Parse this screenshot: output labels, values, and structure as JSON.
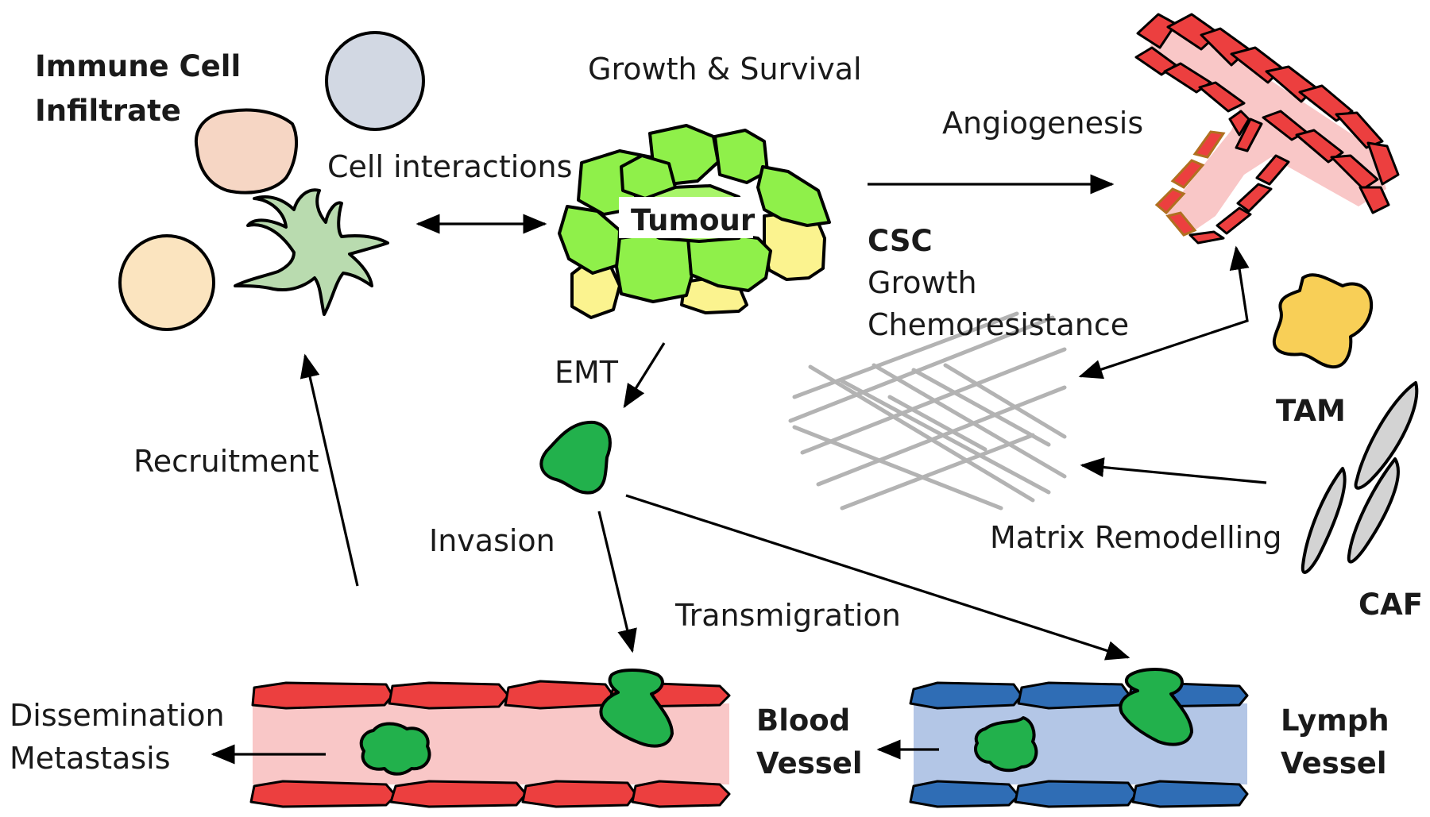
{
  "labels": {
    "immune_line1": "Immune Cell",
    "immune_line2": "Infiltrate",
    "growth_survival": "Growth & Survival",
    "cell_interactions": "Cell interactions",
    "tumour": "Tumour",
    "angiogenesis": "Angiogenesis",
    "csc": "CSC",
    "csc_growth": "Growth",
    "csc_chemo": "Chemoresistance",
    "emt": "EMT",
    "tam": "TAM",
    "recruitment": "Recruitment",
    "invasion": "Invasion",
    "matrix_remodelling": "Matrix Remodelling",
    "caf": "CAF",
    "transmigration": "Transmigration",
    "dissemination": "Dissemination",
    "metastasis": "Metastasis",
    "blood_line1": "Blood",
    "blood_line2": "Vessel",
    "lymph_line1": "Lymph",
    "lymph_line2": "Vessel"
  },
  "colors": {
    "tumour_green": "#8ff04a",
    "tumour_light": "#a8f56a",
    "csc_yellow": "#fbf38f",
    "migrating_cell": "#22b14c",
    "blood_wall": "#ec3f3f",
    "blood_lumen": "#f9c7c7",
    "lymph_wall": "#2f6db5",
    "lymph_lumen": "#b3c6e6",
    "immune_grey": "#d2d8e3",
    "immune_peach": "#f6d6c4",
    "immune_cream": "#fbe4bf",
    "dendritic": "#b9dbaf",
    "tam": "#f8cf57",
    "caf": "#d3d3d3",
    "matrix": "#b3b3b3"
  }
}
